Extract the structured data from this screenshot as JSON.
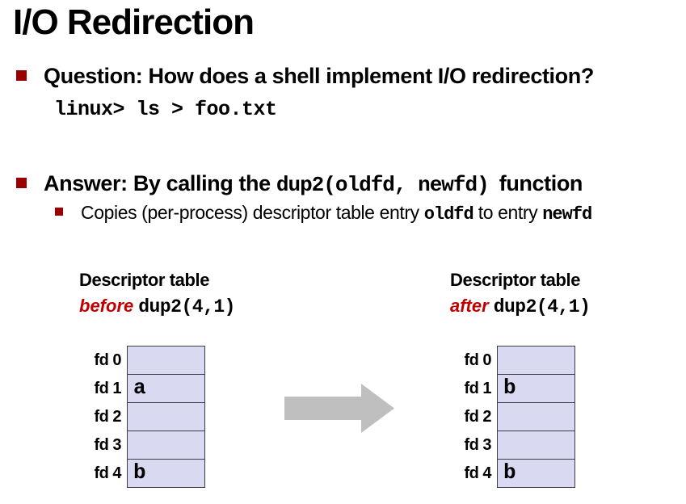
{
  "meta": {
    "colors": {
      "bullet_maroon": "#990000",
      "qualifier_red": "#c00000",
      "cell_fill": "#d9d9f2",
      "cell_border": "#3c3c46",
      "arrow_gray": "#bfbfbf"
    },
    "icons": {
      "bullet": "filled-square",
      "sub_bullet": "filled-square-small",
      "arrow": "right-block-arrow"
    }
  },
  "title": "I/O Redirection",
  "question": {
    "heading": "Question: How does a shell implement I/O redirection?",
    "code": "linux> ls > foo.txt"
  },
  "answer": {
    "prefix": "Answer: By calling the ",
    "code": "dup2(oldfd, newfd)",
    "suffix": "function",
    "detail_prefix": "Copies (per-process) descriptor table entry ",
    "detail_code1": "oldfd",
    "detail_middle": " to entry ",
    "detail_code2": "newfd"
  },
  "tables": [
    {
      "title": "Descriptor table",
      "qualifier": "before",
      "call": "dup2(4,1)",
      "rows": [
        {
          "label": "fd 0",
          "value": ""
        },
        {
          "label": "fd 1",
          "value": "a"
        },
        {
          "label": "fd 2",
          "value": ""
        },
        {
          "label": "fd 3",
          "value": ""
        },
        {
          "label": "fd 4",
          "value": "b"
        }
      ]
    },
    {
      "title": "Descriptor table",
      "qualifier": "after",
      "call": "dup2(4,1)",
      "rows": [
        {
          "label": "fd 0",
          "value": ""
        },
        {
          "label": "fd 1",
          "value": "b"
        },
        {
          "label": "fd 2",
          "value": ""
        },
        {
          "label": "fd 3",
          "value": ""
        },
        {
          "label": "fd 4",
          "value": "b"
        }
      ]
    }
  ]
}
